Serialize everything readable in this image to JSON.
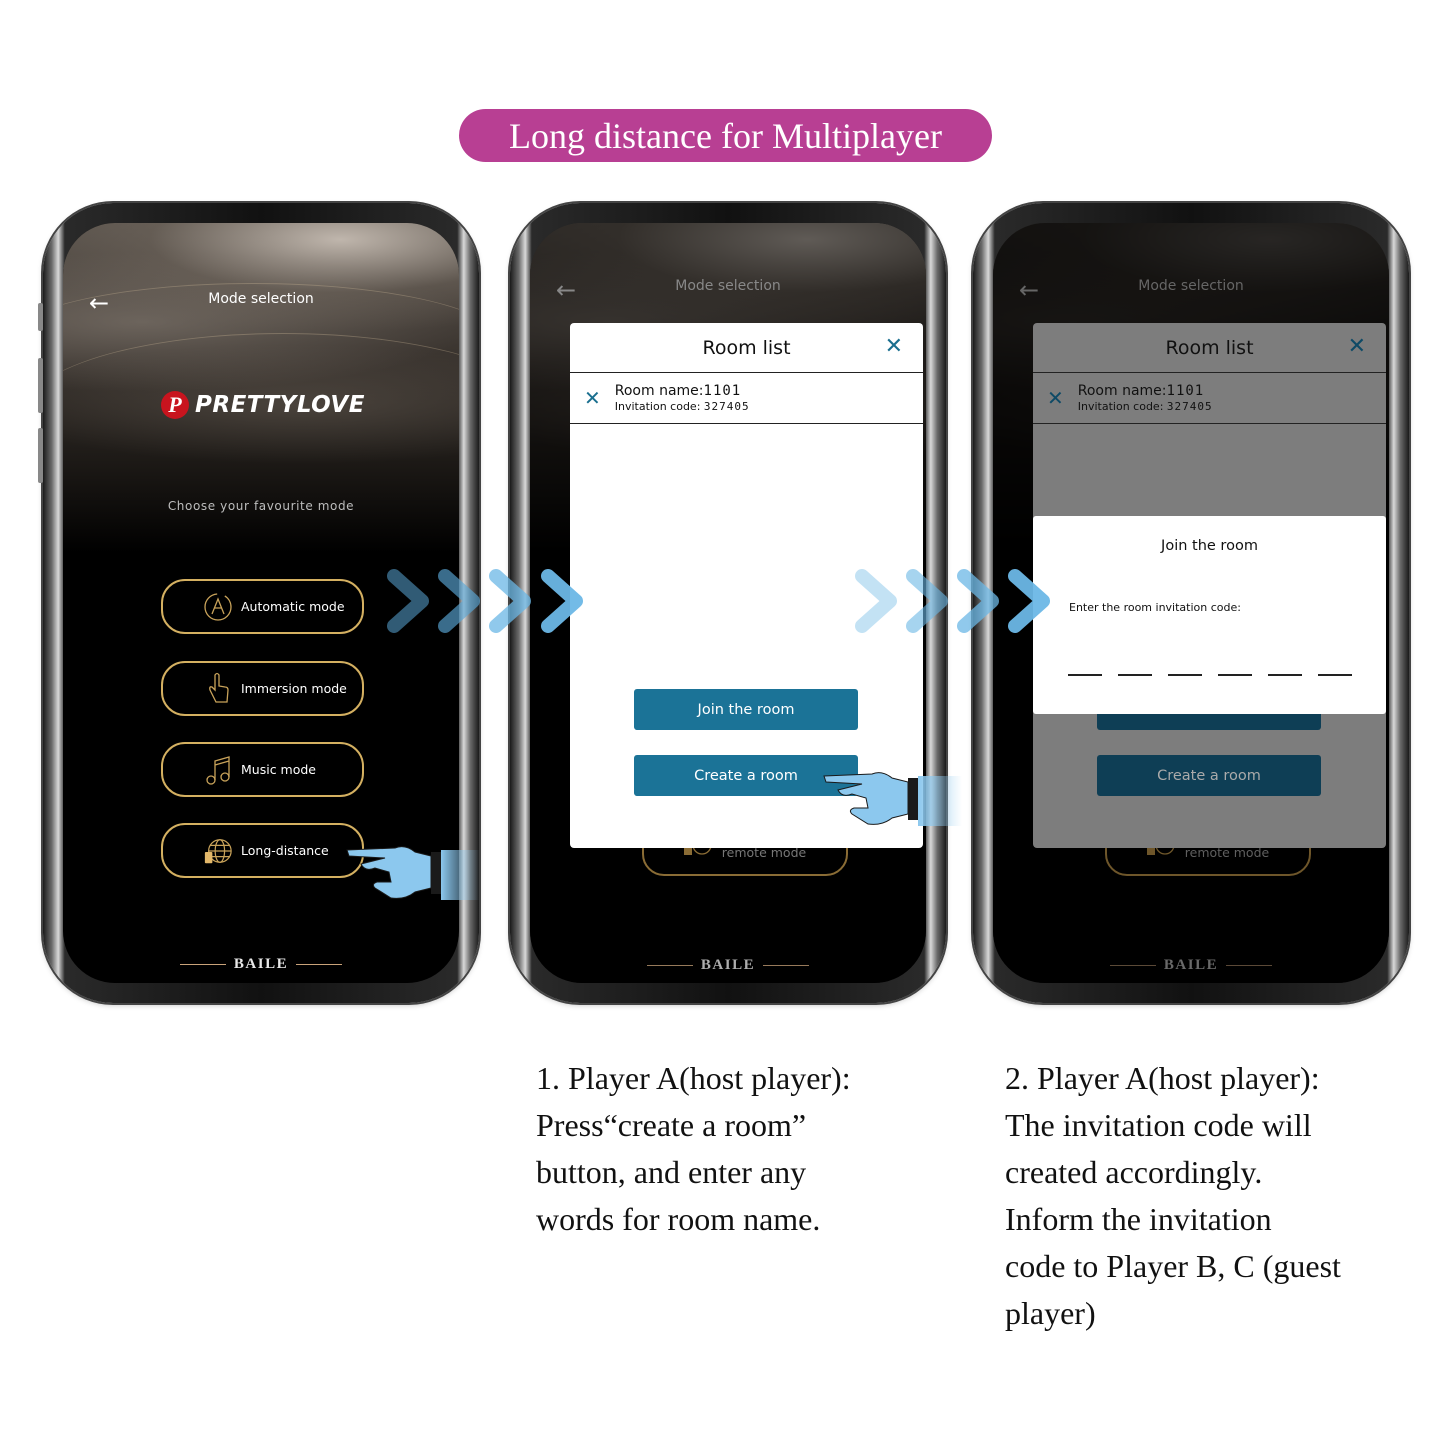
{
  "banner": {
    "title": "Long distance for Multiplayer",
    "color": "#b83f93"
  },
  "phones": [
    {
      "nav": {
        "back_icon": "arrow-left-icon",
        "title": "Mode selection"
      },
      "logo": {
        "mark": "P",
        "text": "PRETTYLOVE"
      },
      "subtitle": "Choose your favourite mode",
      "modes": [
        {
          "label": "Automatic mode",
          "icon": "letter-a-cycle-icon"
        },
        {
          "label": "Immersion mode",
          "icon": "pointing-hand-icon"
        },
        {
          "label": "Music mode",
          "icon": "music-note-icon"
        },
        {
          "label": "Long-distance",
          "icon": "globe-phone-icon"
        }
      ],
      "footer_brand": "BAILE"
    },
    {
      "nav": {
        "back_icon": "arrow-left-icon",
        "title": "Mode selection"
      },
      "modal": {
        "title": "Room list",
        "room": {
          "name_label": "Room name:",
          "name_value": "1101",
          "code_label": "Invitation code:",
          "code_value": "327405"
        },
        "join_button": "Join the room",
        "create_button": "Create a room"
      },
      "behind_button": "remote mode",
      "footer_brand": "BAILE"
    },
    {
      "nav": {
        "back_icon": "arrow-left-icon",
        "title": "Mode selection"
      },
      "modal": {
        "title": "Room list",
        "room": {
          "name_label": "Room name:",
          "name_value": "1101",
          "code_label": "Invitation code:",
          "code_value": "327405"
        },
        "create_button": "Create a room"
      },
      "join_dialog": {
        "title": "Join the room",
        "label": "Enter the room invitation code:",
        "slots": 6
      },
      "behind_button": "remote mode",
      "footer_brand": "BAILE"
    }
  ],
  "captions": [
    {
      "text": "1. Player A(host player):\nPress“create a room”\nbutton, and enter any\nwords for room name."
    },
    {
      "text": "2. Player A(host player):\nThe invitation code will\ncreated accordingly.\nInform the invitation\ncode to Player B, C (guest\nplayer)"
    }
  ],
  "colors": {
    "accent_blue": "#1b7397",
    "gold": "#d4b061",
    "arrow_blue": "#6cb8e6"
  }
}
